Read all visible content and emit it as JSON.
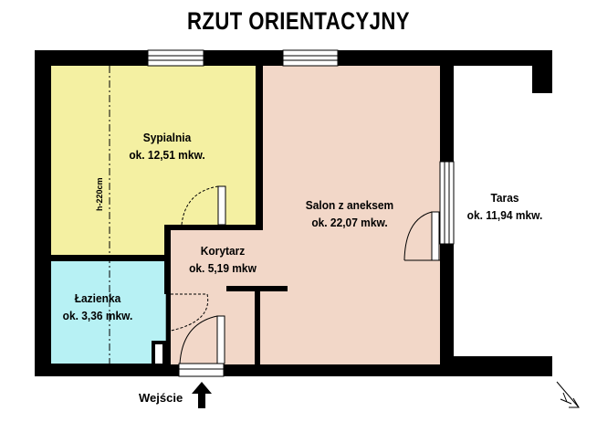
{
  "title": "RZUT ORIENTACYJNY",
  "rooms": {
    "sypialnia": {
      "name": "Sypialnia",
      "area": "ok. 12,51 mkw.",
      "color": "#f4f0a2"
    },
    "salon": {
      "name": "Salon z aneksem",
      "area": "ok. 22,07 mkw.",
      "color": "#f2d7c8"
    },
    "taras": {
      "name": "Taras",
      "area": "ok. 11,94 mkw.",
      "color": "#ffffff"
    },
    "korytarz": {
      "name": "Korytarz",
      "area": "ok. 5,19 mkw",
      "color": "#f2d7c8"
    },
    "lazienka": {
      "name": "Łazienka",
      "area": "ok. 3,36 mkw.",
      "color": "#b7f1f4"
    }
  },
  "height_note": "h-220cm",
  "entrance": "Wejście",
  "icons": [
    "north-arrow-icon",
    "entrance-arrow-icon"
  ]
}
